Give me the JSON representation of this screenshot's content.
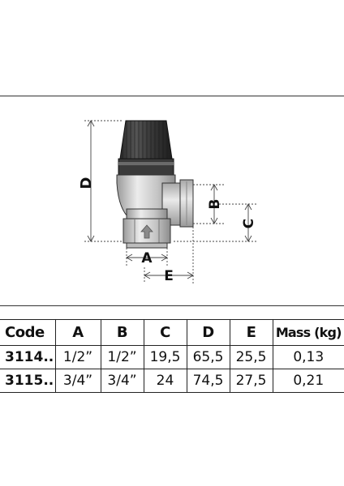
{
  "drawing": {
    "dimension_labels": {
      "a": "A",
      "b": "B",
      "c": "C",
      "d": "D",
      "e": "E"
    },
    "colors": {
      "frame": "#333333",
      "cap": "#3a3a3a",
      "body": "#cfcfcf",
      "arrow_mark": "#8a8a8a"
    }
  },
  "table": {
    "headers": [
      "Code",
      "A",
      "B",
      "C",
      "D",
      "E",
      "Mass (kg)"
    ],
    "rows": [
      [
        "3114..",
        "1/2”",
        "1/2”",
        "19,5",
        "65,5",
        "25,5",
        "0,13"
      ],
      [
        "3115..",
        "3/4”",
        "3/4”",
        "24",
        "74,5",
        "27,5",
        "0,21"
      ]
    ]
  }
}
